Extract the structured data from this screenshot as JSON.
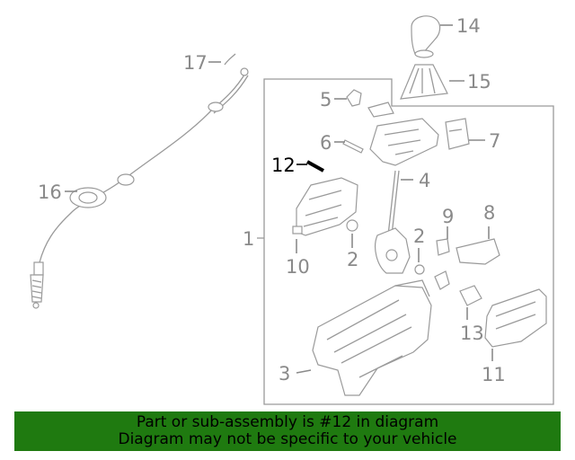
{
  "diagram": {
    "callouts": {
      "c1": "1",
      "c2a": "2",
      "c2b": "2",
      "c3": "3",
      "c4": "4",
      "c5": "5",
      "c6": "6",
      "c7": "7",
      "c8": "8",
      "c9": "9",
      "c10": "10",
      "c11": "11",
      "c12": "12",
      "c13": "13",
      "c14": "14",
      "c15": "15",
      "c16": "16",
      "c17": "17"
    },
    "highlighted_part": "12",
    "colors": {
      "label_gray": "#8a8a8a",
      "highlight": "#000000",
      "banner_bg": "#1f7a10"
    }
  },
  "banner": {
    "line1": "Part or sub-assembly is #12 in diagram",
    "line2": "Diagram may not be specific to your vehicle"
  }
}
